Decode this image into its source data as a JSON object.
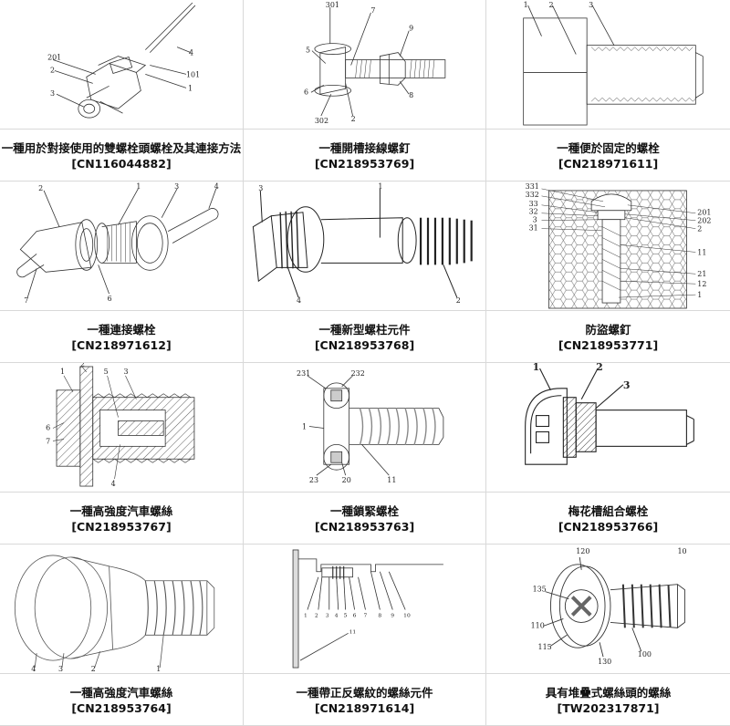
{
  "patents": [
    {
      "title": "一種用於對接使用的雙螺栓頭螺栓及其連接方法",
      "code": "[CN116044882]",
      "labels": [
        "201",
        "2",
        "3",
        "4",
        "101",
        "1"
      ]
    },
    {
      "title": "一種開槽接線螺釘",
      "code": "[CN218953769]",
      "labels": [
        "301",
        "7",
        "5",
        "9",
        "6",
        "8",
        "302",
        "2"
      ]
    },
    {
      "title": "一種便於固定的螺栓",
      "code": "[CN218971611]",
      "labels": [
        "1",
        "2",
        "3"
      ]
    },
    {
      "title": "一種連接螺栓",
      "code": "[CN218971612]",
      "labels": [
        "2",
        "1",
        "3",
        "4",
        "7",
        "6"
      ]
    },
    {
      "title": "一種新型螺柱元件",
      "code": "[CN218953768]",
      "labels": [
        "3",
        "1",
        "4",
        "2"
      ]
    },
    {
      "title": "防盜螺釘",
      "code": "[CN218953771]",
      "labels": [
        "331",
        "332",
        "33",
        "32",
        "3",
        "31",
        "201",
        "202",
        "2",
        "11",
        "21",
        "12",
        "1"
      ]
    },
    {
      "title": "一種高強度汽車螺絲",
      "code": "[CN218953767]",
      "labels": [
        "1",
        "2",
        "5",
        "3",
        "6",
        "7",
        "4"
      ]
    },
    {
      "title": "一種鎖緊螺栓",
      "code": "[CN218953763]",
      "labels": [
        "231",
        "232",
        "1",
        "23",
        "20",
        "11"
      ]
    },
    {
      "title": "梅花槽組合螺栓",
      "code": "[CN218953766]",
      "labels": [
        "1",
        "2",
        "3"
      ]
    },
    {
      "title": "一種高強度汽車螺絲",
      "code": "[CN218953764]",
      "labels": [
        "4",
        "3",
        "2",
        "1"
      ]
    },
    {
      "title": "一種帶正反螺紋的螺絲元件",
      "code": "[CN218971614]",
      "labels": [
        "1",
        "2",
        "3",
        "4",
        "5",
        "6",
        "7",
        "8",
        "9",
        "10",
        "11"
      ]
    },
    {
      "title": "具有堆疊式螺絲頭的螺絲",
      "code": "[TW202317871]",
      "labels": [
        "120",
        "10",
        "135",
        "110",
        "115",
        "130",
        "100"
      ]
    }
  ]
}
